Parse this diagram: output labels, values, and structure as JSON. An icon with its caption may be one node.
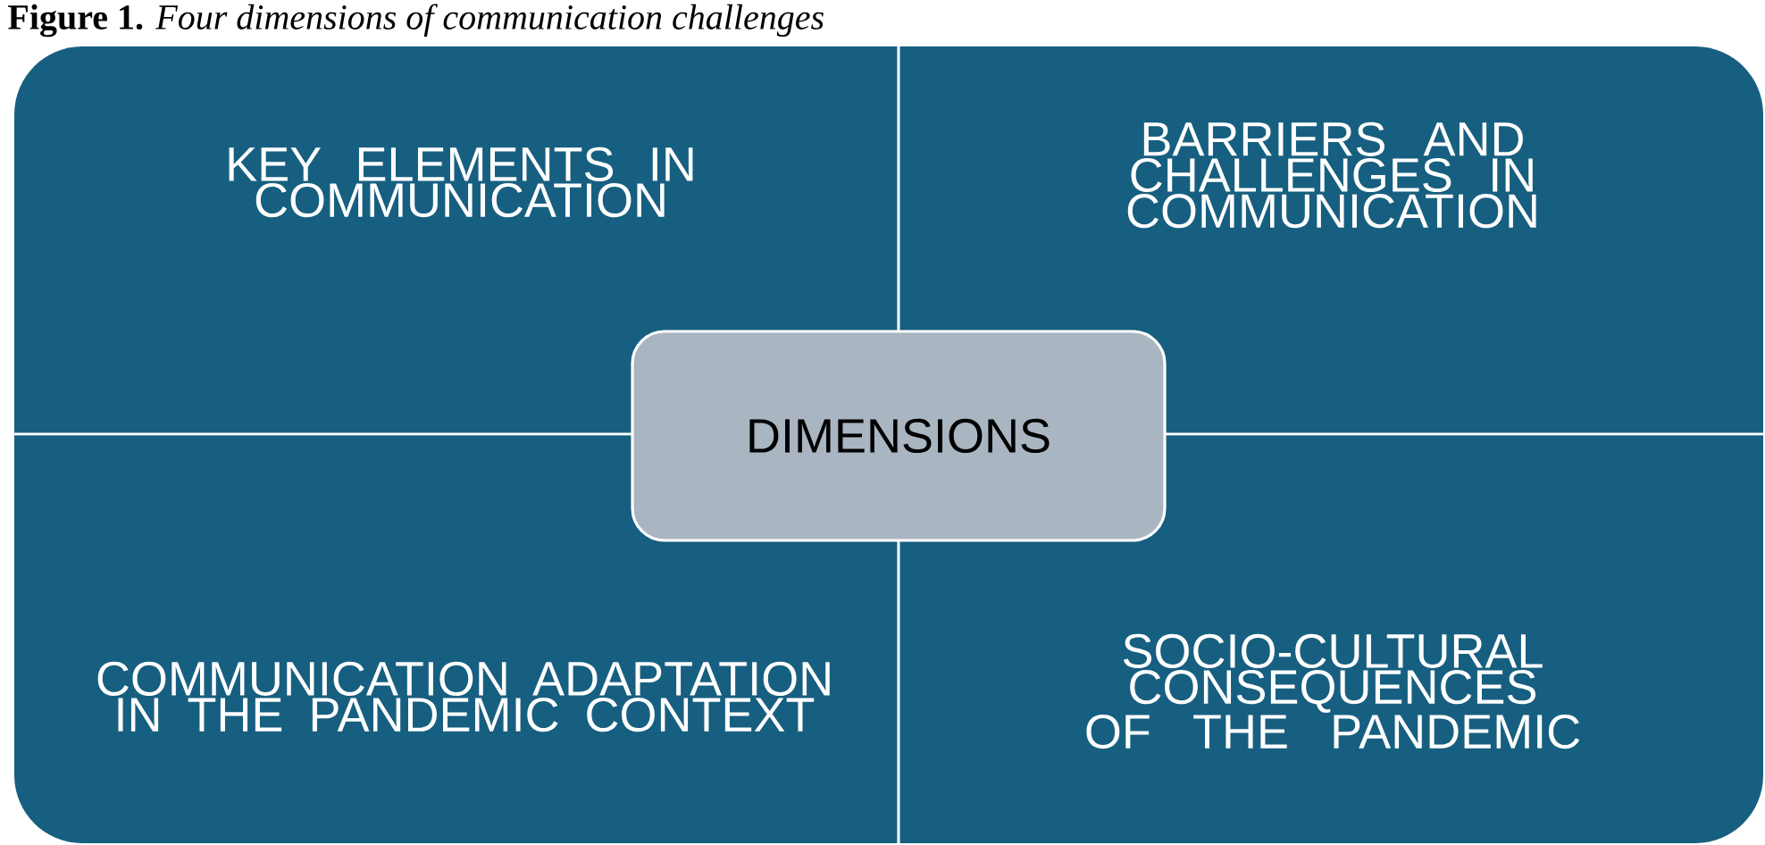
{
  "diagram": {
    "title": "**Figure 1.** *Four dimensions of communication challenges*",
    "nodes": [
      {
        "text": [
          "KEY ELEMENTS IN COMMUNICATION"
        ]
      },
      {
        "text": [
          "BARRIERS AND CHALLENGES IN COMMUNICATION"
        ]
      },
      {
        "text": [
          "DIMENSIONS"
        ]
      },
      {
        "text": [
          "COMMUNICATION ADAPTATION IN THE PANDEMIC CONTEXT"
        ]
      },
      {
        "text": [
          "SOCIO-CULTURAL CONSEQUENCES OF THE PANDEMIC"
        ]
      }
    ]
  }
}
